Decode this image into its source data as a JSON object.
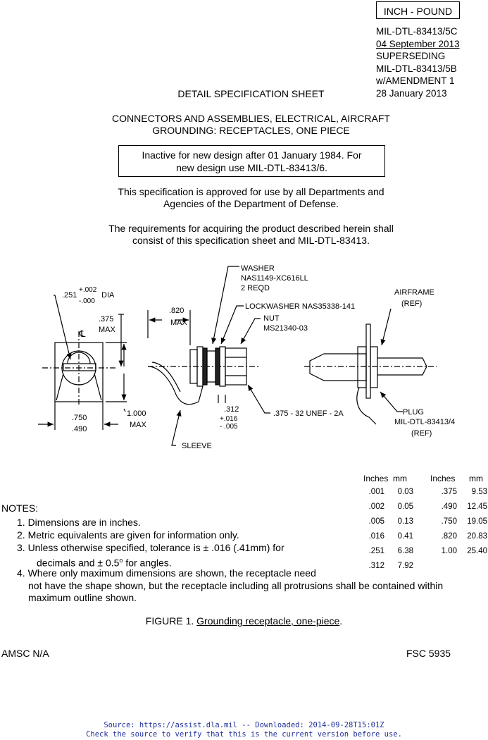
{
  "unit_box": "INCH - POUND",
  "header": {
    "spec_number": "MIL-DTL-83413/5C",
    "date": "04 September 2013",
    "superseding": "SUPERSEDING",
    "superseded_spec": "MIL-DTL-83413/5B",
    "amendment": "w/AMENDMENT 1",
    "superseded_date": "28 January 2013"
  },
  "sheet_title": "DETAIL SPECIFICATION SHEET",
  "subject_line1": "CONNECTORS AND ASSEMBLIES, ELECTRICAL, AIRCRAFT",
  "subject_line2": "GROUNDING:  RECEPTACLES, ONE PIECE",
  "inactive_line1": "Inactive for new design after 01 January 1984.  For",
  "inactive_line2": "new design use MIL-DTL-83413/6.",
  "approval_line1": "This specification is approved for use by all Departments and",
  "approval_line2": "Agencies of the Department of Defense.",
  "requirements_line1": "The requirements for acquiring the product described herein shall",
  "requirements_line2": "consist of this specification sheet and MIL-DTL-83413.",
  "drawing": {
    "dim_251": ".251",
    "tol_plus_002": "+.002",
    "tol_minus_000": "-.000",
    "dia": "DIA",
    "dim_375": ".375",
    "max": "MAX",
    "centerline": "℄",
    "dim_750": ".750",
    "dim_490": ".490",
    "dim_1000": "1.000",
    "dim_820": ".820",
    "washer": "WASHER",
    "washer_part": "NAS1149-XC616LL",
    "washer_qty": "2 REQD",
    "lockwasher": "LOCKWASHER NAS35338-141",
    "nut": "NUT",
    "nut_part": "MS21340-03",
    "dim_312": ".312",
    "tol_plus_016": "+.016",
    "tol_minus_005": "- .005",
    "thread": ".375 - 32 UNEF - 2A",
    "sleeve": "SLEEVE",
    "airframe": "AIRFRAME",
    "ref": "(REF)",
    "plug": "PLUG",
    "plug_part": "MIL-DTL-83413/4"
  },
  "conversion": {
    "headers": [
      "Inches",
      "mm",
      "Inches",
      "mm"
    ],
    "left": [
      {
        "in": ".001",
        "mm": "0.03"
      },
      {
        "in": ".002",
        "mm": "0.05"
      },
      {
        "in": ".005",
        "mm": "0.13"
      },
      {
        "in": ".016",
        "mm": "0.41"
      },
      {
        "in": ".251",
        "mm": "6.38"
      },
      {
        "in": ".312",
        "mm": "7.92"
      }
    ],
    "right": [
      {
        "in": ".375",
        "mm": "9.53"
      },
      {
        "in": ".490",
        "mm": "12.45"
      },
      {
        "in": ".750",
        "mm": "19.05"
      },
      {
        "in": ".820",
        "mm": "20.83"
      },
      {
        "in": "1.00",
        "mm": "25.40"
      }
    ]
  },
  "notes": {
    "title": "NOTES:",
    "n1": "1. Dimensions are in inches.",
    "n2": "2. Metric equivalents are given for information only.",
    "n3a": "3. Unless otherwise specified, tolerance is ± .016 (.41mm) for",
    "n3b_pre": "decimals and ± 0.5",
    "n3b_sup": "o",
    "n3b_post": " for angles.",
    "n4a": "4. Where only maximum dimensions are shown, the receptacle need",
    "n4b": "not have the shape shown, but the receptacle including all protrusions shall be contained within",
    "n4c": "maximum outline shown."
  },
  "figure_label": "FIGURE 1.  ",
  "figure_title": "Grounding receptacle, one-piece",
  "figure_end": ".",
  "amsc": "AMSC N/A",
  "fsc": "FSC 5935",
  "source_line1": "Source: https://assist.dla.mil -- Downloaded: 2014-09-28T15:01Z",
  "source_line2": "Check the source to verify that this is the current version before use."
}
